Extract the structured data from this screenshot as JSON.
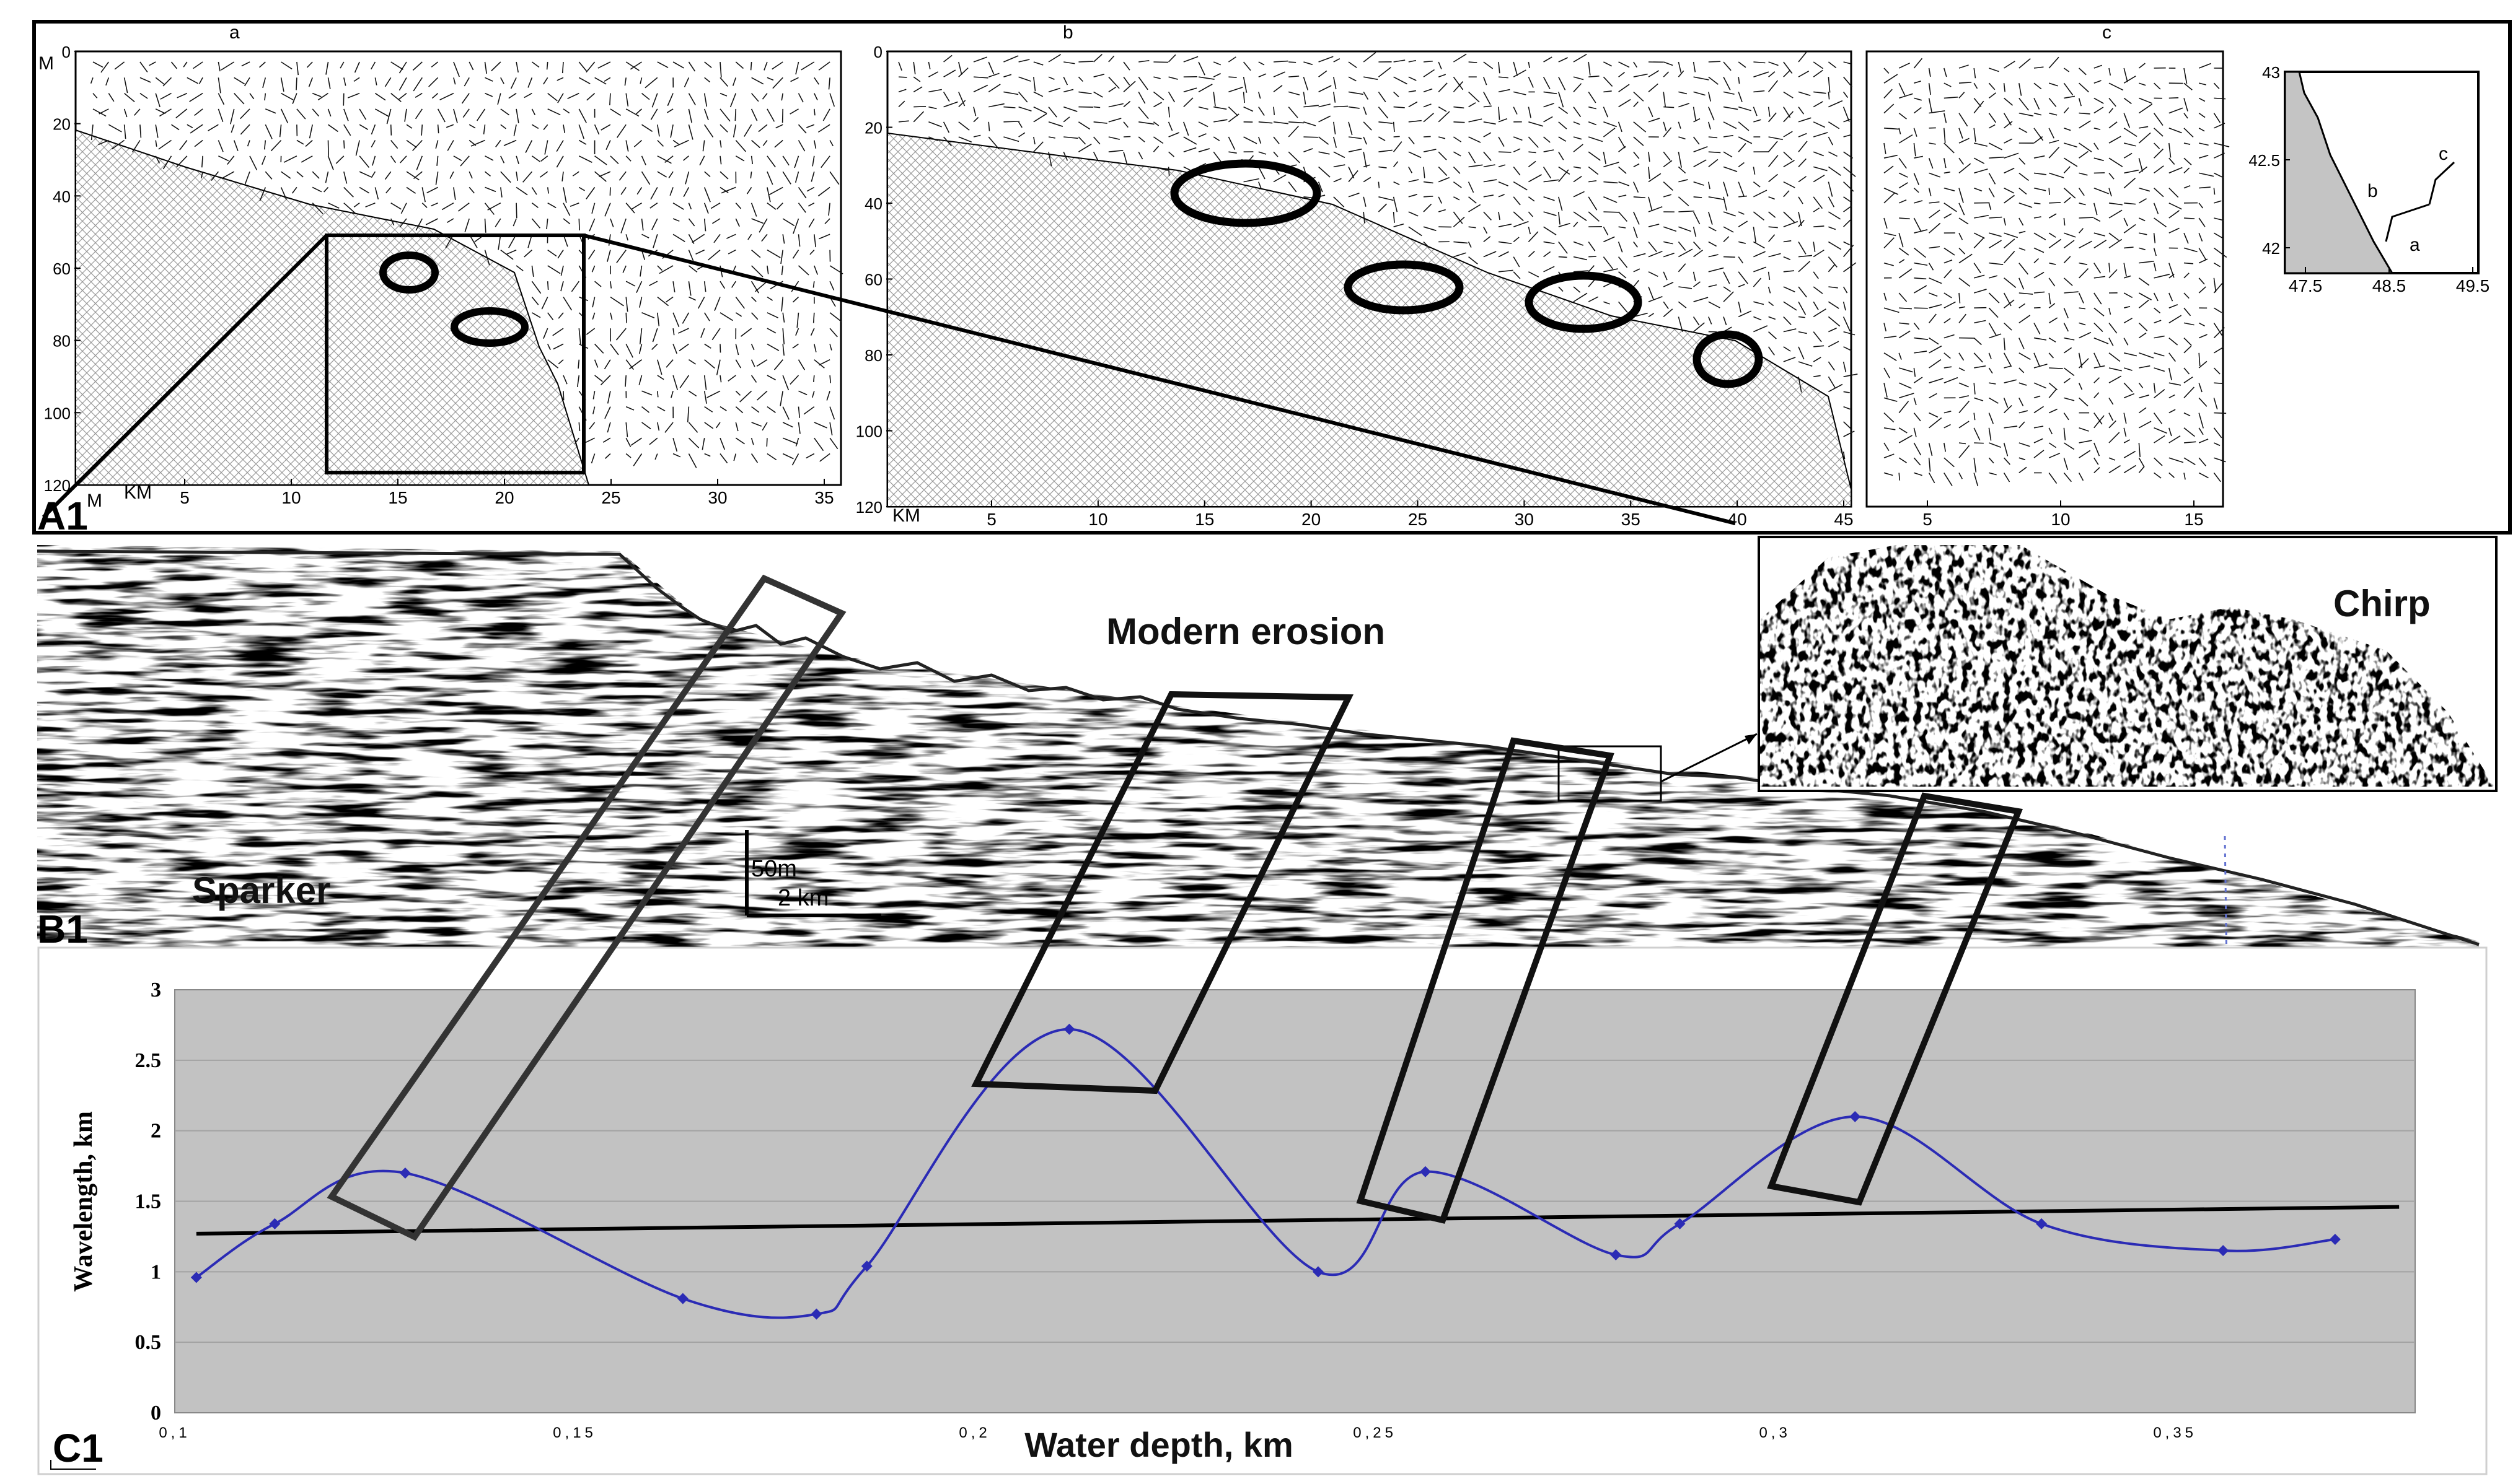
{
  "colors": {
    "curve": "#2b2bb5",
    "plot_bg": "#c2c2c2",
    "frame": "#000000"
  },
  "panel_a1": {
    "label": "A1",
    "sections": [
      {
        "letter": "a",
        "unit_top": "M",
        "unit_bottom": "M",
        "km_label": "KM",
        "y_ticks": [
          "0",
          "20",
          "40",
          "60",
          "80",
          "100",
          "120"
        ],
        "x_ticks": [
          "5",
          "10",
          "15",
          "20",
          "25",
          "30",
          "35"
        ]
      },
      {
        "letter": "b",
        "km_label": "KM",
        "y_ticks": [
          "0",
          "20",
          "40",
          "60",
          "80",
          "100",
          "120"
        ],
        "x_ticks": [
          "5",
          "10",
          "15",
          "20",
          "25",
          "30",
          "35",
          "40",
          "45"
        ]
      },
      {
        "letter": "c",
        "x_ticks": [
          "5",
          "10",
          "15"
        ]
      }
    ],
    "inset": {
      "y_ticks": [
        "43",
        "42.5",
        "42"
      ],
      "x_ticks": [
        "47.5",
        "48.5",
        "49.5"
      ],
      "profile_labels": [
        "a",
        "b",
        "c"
      ]
    }
  },
  "panel_b1": {
    "label": "B1",
    "sparker_label": "Sparker",
    "erosion_label": "Modern erosion",
    "chirp_label": "Chirp",
    "scale_vertical": "50m",
    "scale_horizontal": "2 km"
  },
  "panel_c1": {
    "label": "C1",
    "chart_data": {
      "type": "line",
      "xlabel": "Water depth, km",
      "ylabel": "Wavelength, km",
      "xlim": [
        0.1,
        0.38
      ],
      "ylim": [
        0,
        3
      ],
      "grid": true,
      "y_ticks": [
        0,
        0.5,
        1,
        1.5,
        2,
        2.5,
        3
      ],
      "y_tick_labels": [
        "0",
        "0.5",
        "1",
        "1.5",
        "2",
        "2.5",
        "3"
      ],
      "x_ticks": [
        0.1,
        0.15,
        0.2,
        0.25,
        0.3,
        0.35
      ],
      "x_tick_labels": [
        "0,1",
        "0,15",
        "0,2",
        "0,25",
        "0,3",
        "0,35"
      ],
      "series": [
        {
          "x": [
            0.1027,
            0.1125,
            0.1288,
            0.1635,
            0.1802,
            0.1865,
            0.2118,
            0.2429,
            0.2563,
            0.2801,
            0.2881,
            0.31,
            0.3333,
            0.356,
            0.37
          ],
          "y": [
            0.96,
            1.34,
            1.7,
            0.81,
            0.7,
            1.04,
            2.72,
            1.0,
            1.71,
            1.12,
            1.34,
            2.1,
            1.34,
            1.15,
            1.23
          ]
        }
      ],
      "trend_line": {
        "x": [
          0.1027,
          0.378
        ],
        "y": [
          1.27,
          1.46
        ]
      }
    }
  }
}
